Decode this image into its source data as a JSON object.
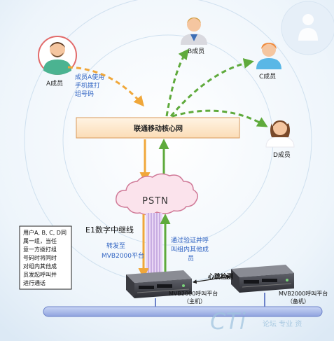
{
  "members": {
    "a": {
      "label": "A成员",
      "annotation": [
        "成员A使用",
        "手机拨打",
        "组号码"
      ]
    },
    "b": {
      "label": "B成员"
    },
    "c": {
      "label": "C成员"
    },
    "d": {
      "label": "D成员"
    }
  },
  "core_network": {
    "label": "联通移动核心网"
  },
  "pstn": {
    "label": "PSTN"
  },
  "trunk": {
    "label": "E1数字中继线"
  },
  "forward_note": [
    "转发至",
    "MVB2000平台"
  ],
  "verify_note": [
    "通过验证并呼",
    "叫组内其他成",
    "员"
  ],
  "heartbeat": {
    "label": "心跳检测"
  },
  "servers": {
    "main": [
      "MVB2000呼叫平台",
      "（主机）"
    ],
    "backup": [
      "MVB2000呼叫平台",
      "（备机）"
    ]
  },
  "info_box": [
    "用户A, B, C, D同",
    "属一组，当任",
    "意一方拨打组",
    "号码时将同时",
    "对组内其他成",
    "员发起呼叫并",
    "进行通话"
  ],
  "watermark": {
    "main": "CTi",
    "sub": "论坛 专业 资"
  },
  "colors": {
    "orange": "#f0a73a",
    "green": "#5faa3c",
    "core_fill": "#fde9d2",
    "bus_fill": "#a8b8e8"
  }
}
